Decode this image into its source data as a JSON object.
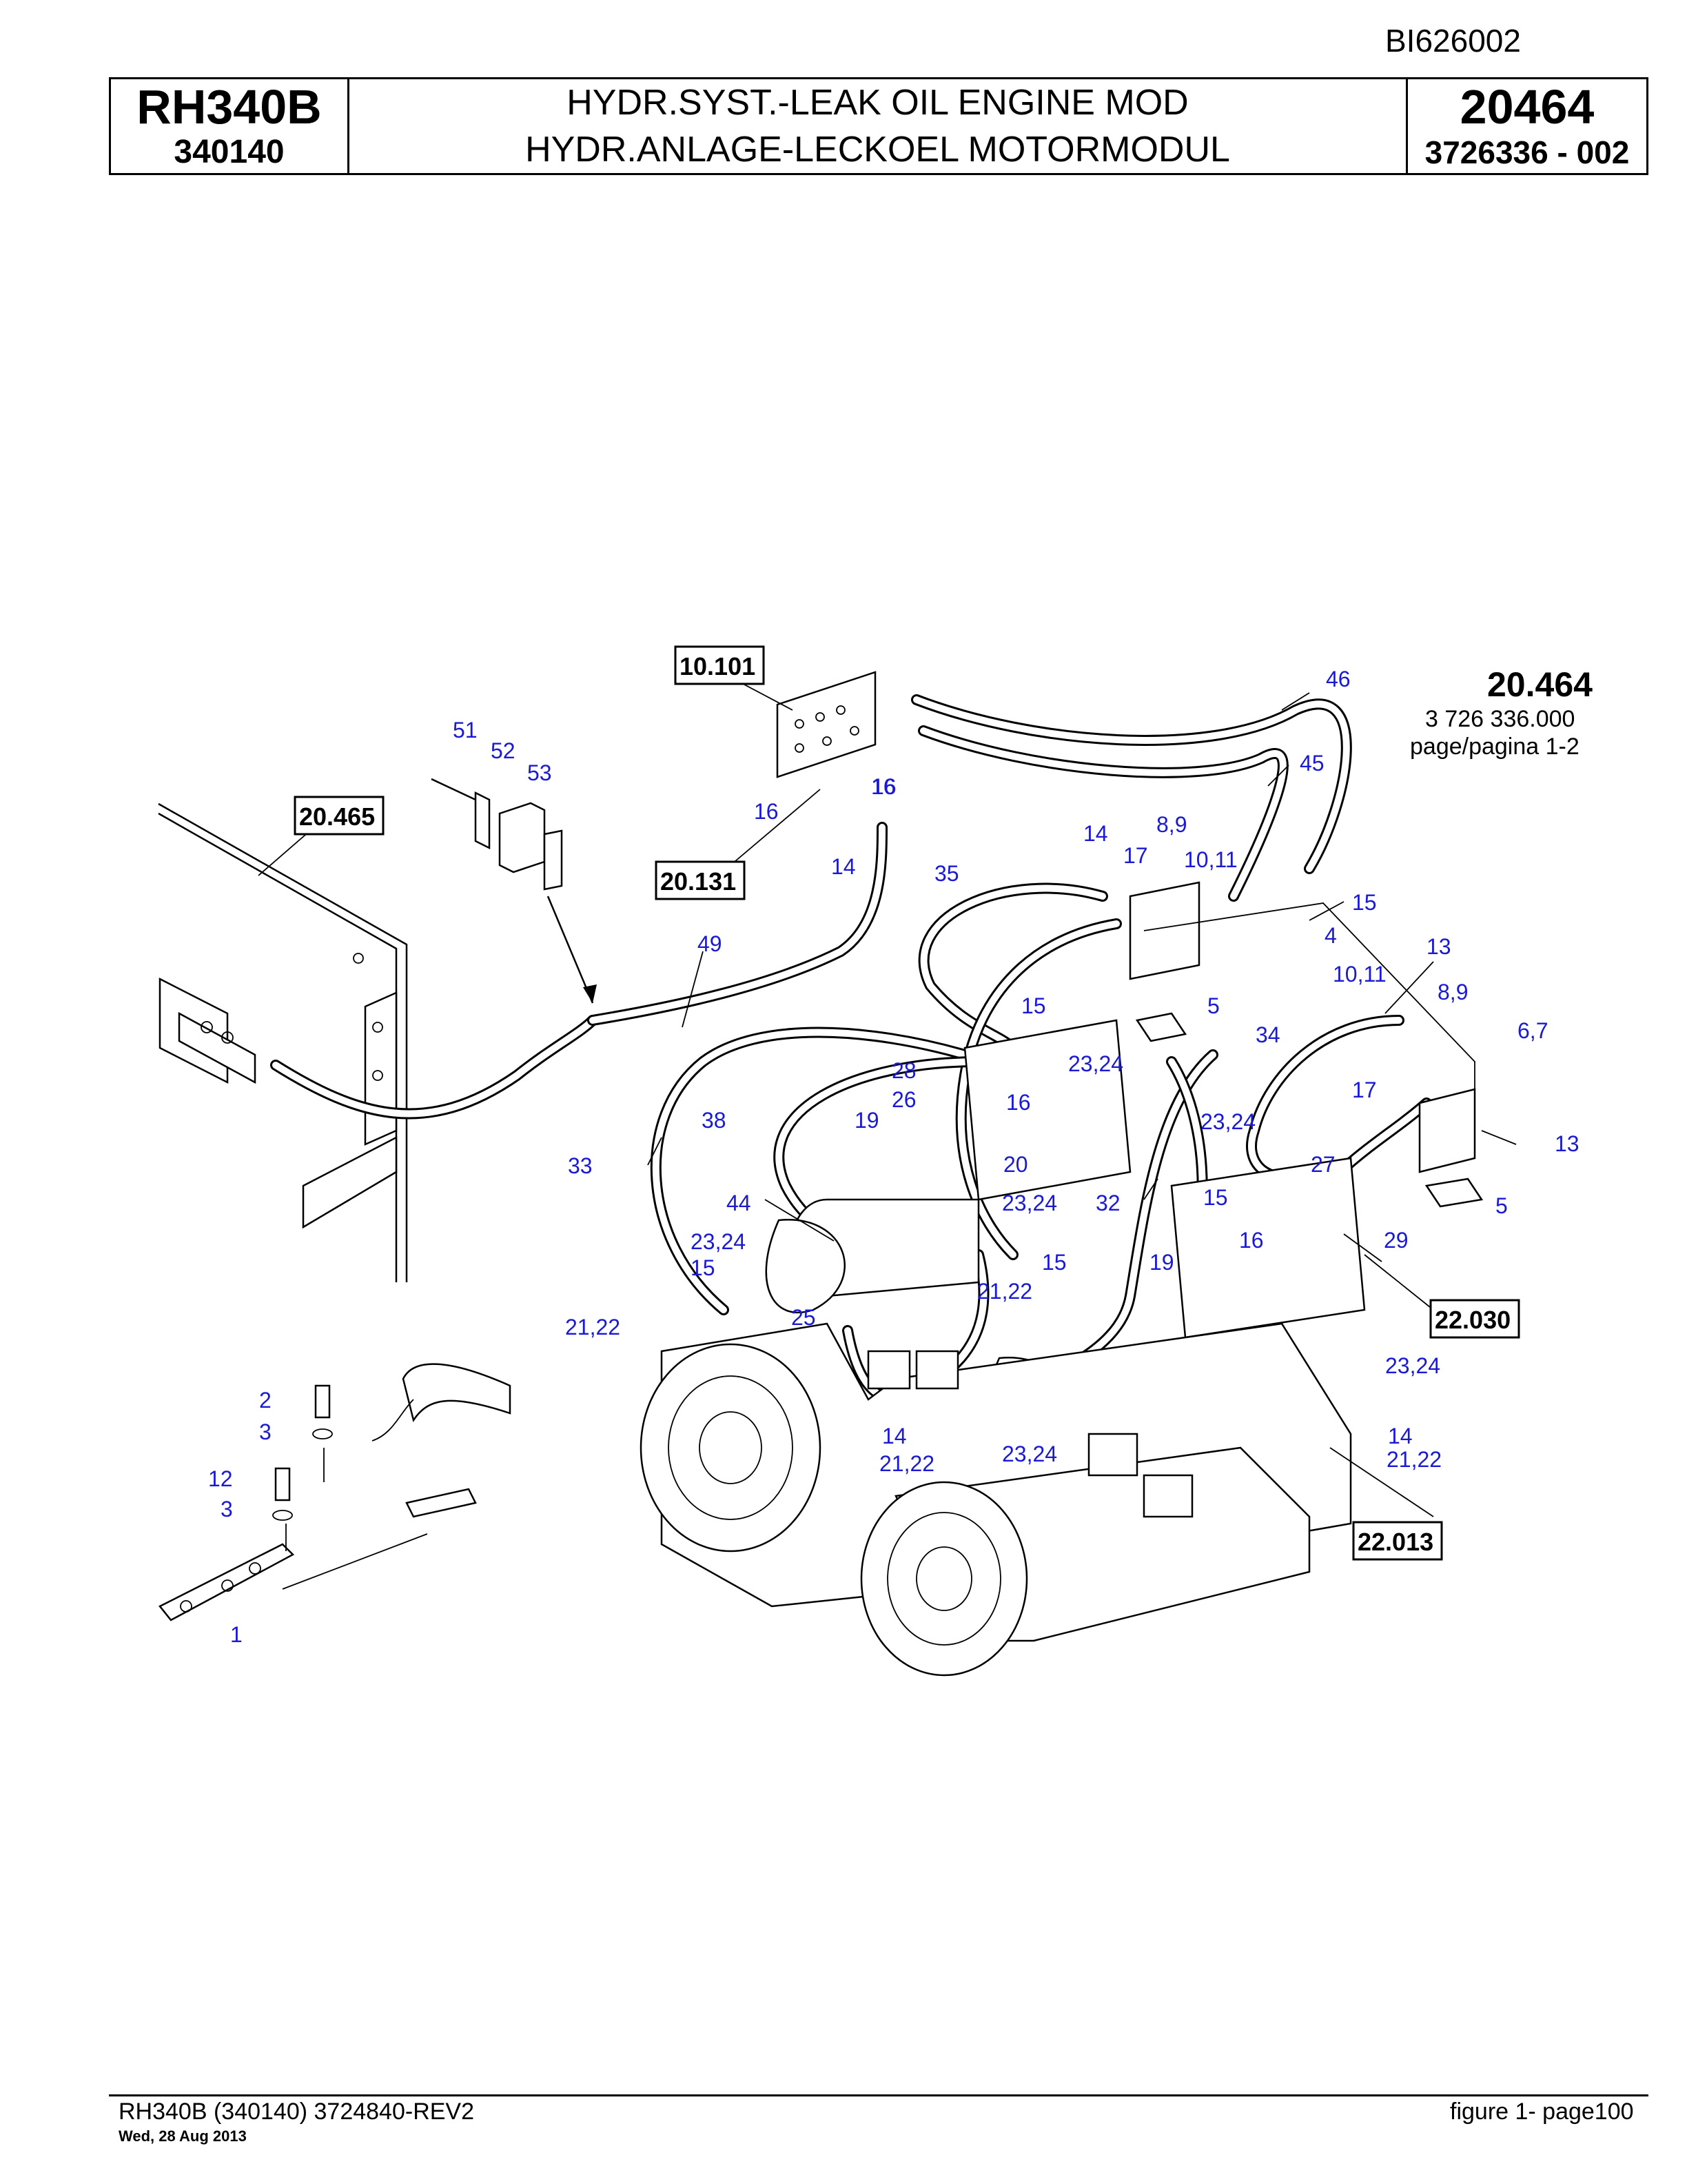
{
  "doc_code": "BI626002",
  "header": {
    "model": "RH340B",
    "serial": "340140",
    "title_en": "HYDR.SYST.-LEAK OIL ENGINE MOD",
    "title_de": "HYDR.ANLAGE-LECKOEL MOTORMODUL",
    "figure_number": "20464",
    "part_number": "3726336  - 002"
  },
  "figure_ref": {
    "number": "20.464",
    "part": "3 726 336.000",
    "page": "page/pagina 1-2"
  },
  "ref_boxes": [
    "10.101",
    "20.465",
    "20.131",
    "22.030",
    "22.013"
  ],
  "callouts": [
    "51",
    "52",
    "53",
    "16",
    "16",
    "16",
    "14",
    "46",
    "45",
    "35",
    "14",
    "17",
    "8,9",
    "10,11",
    "15",
    "4",
    "13",
    "10,11",
    "8,9",
    "6,7",
    "15",
    "5",
    "34",
    "28",
    "23,24",
    "26",
    "16",
    "19",
    "20",
    "38",
    "17",
    "13",
    "23,24",
    "27",
    "33",
    "44",
    "23,24",
    "32",
    "15",
    "16",
    "29",
    "5",
    "23,24",
    "15",
    "15",
    "21,22",
    "19",
    "21,22",
    "25",
    "23,24",
    "14",
    "14",
    "21,22",
    "23,24",
    "21,22",
    "49",
    "2",
    "3",
    "12",
    "3",
    "1"
  ],
  "footer": {
    "left": "RH340B (340140) 3724840-REV2",
    "date": "Wed, 28 Aug 2013",
    "right": "figure  1- page100"
  }
}
